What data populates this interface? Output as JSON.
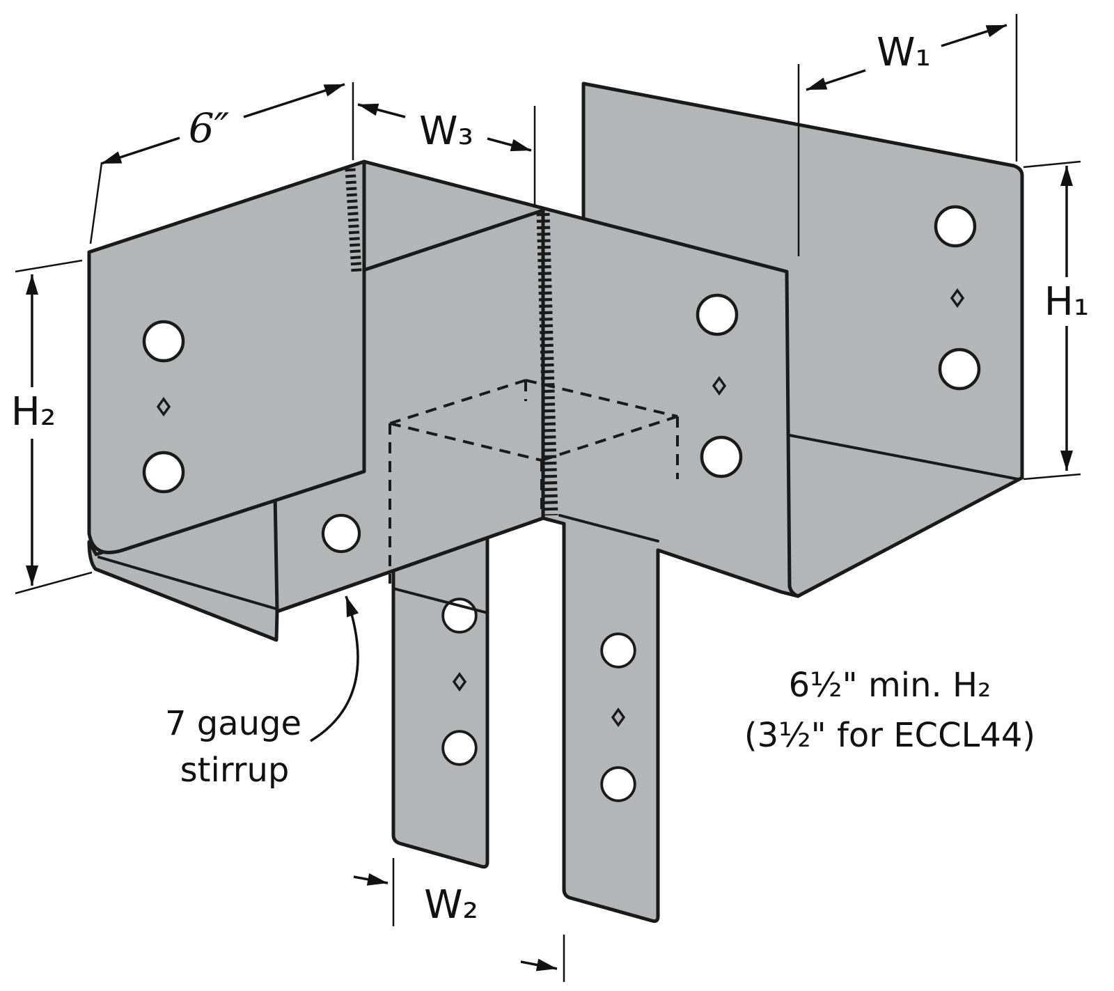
{
  "diagram": {
    "type": "isometric-technical-illustration",
    "subject": "column cap connector with welded stirrup",
    "labels": {
      "dim_seat_length": "6″",
      "dim_w1": "W₁",
      "dim_w2": "W₂",
      "dim_w3": "W₃",
      "dim_h1": "H₁",
      "dim_h2": "H₂"
    },
    "callout": {
      "line1": "7 gauge",
      "line2": "stirrup"
    },
    "note": {
      "line1": "6½\" min. H₂",
      "line2": "(3½\" for ECCL44)"
    },
    "colors": {
      "metal": "#b4b5b7",
      "outline": "#1a1a1a",
      "background": "#ffffff"
    }
  }
}
